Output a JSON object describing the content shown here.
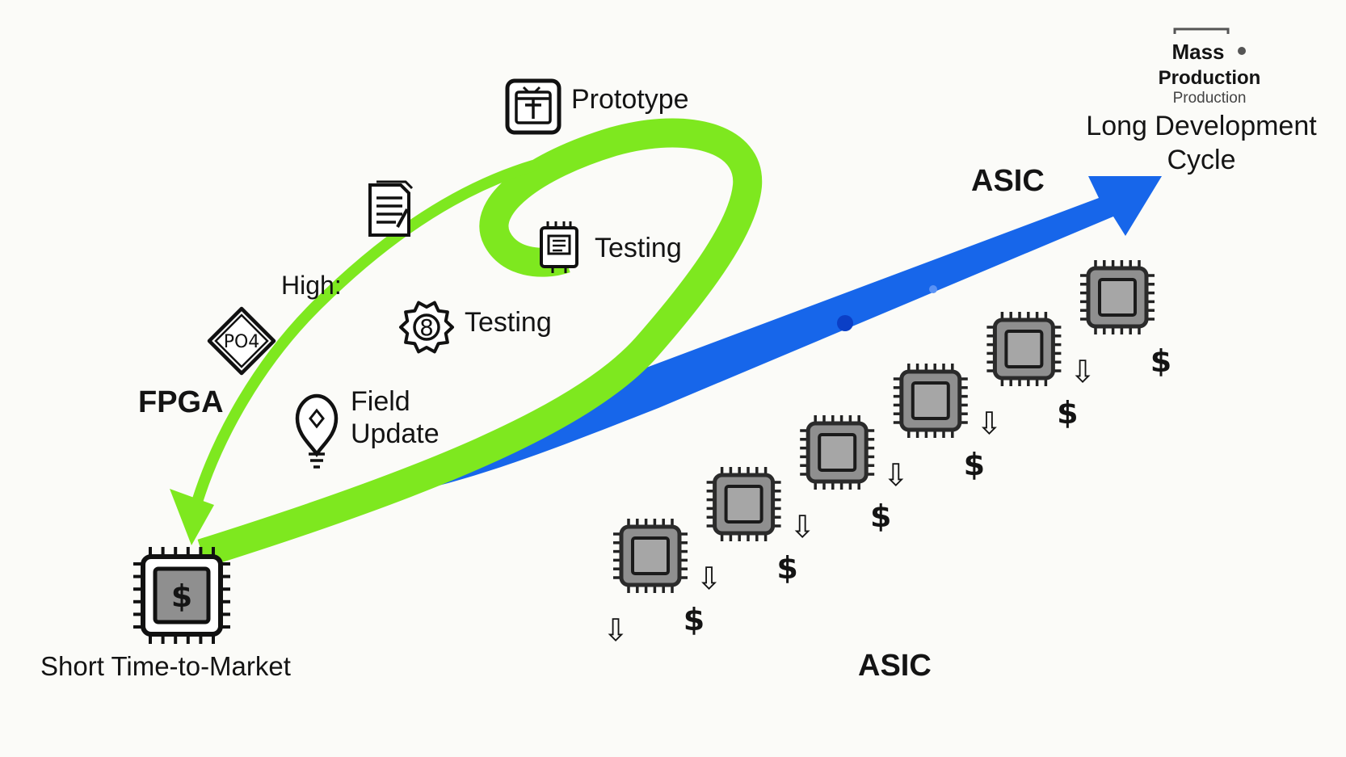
{
  "labels": {
    "prototype": "Prototype",
    "testing_upper": "Testing",
    "testing_lower": "Testing",
    "high": "High:",
    "fpga": "FPGA",
    "field_update_line1": "Field",
    "field_update_line2": "Update",
    "short_time_to_market": "Short Time-to-Market",
    "asic_arrow": "ASIC",
    "asic_bottom": "ASIC",
    "long_development_line1": "Long Development",
    "long_development_line2": "Cycle",
    "mass_production_line1": "Mass",
    "mass_production_line2": "Production",
    "mass_production_line3": "Production",
    "po_badge": "PO4",
    "dollar_symbol": "$",
    "down_arrow_symbol": "⇩"
  },
  "colors": {
    "fpga_loop": "#7ee81f",
    "asic_arrow": "#1766ea",
    "chip_fill": "#8f8f8f",
    "chip_stroke": "#2b2b2b",
    "background": "#fbfbf8"
  },
  "icons": {
    "prototype": "board-icon",
    "document": "document-icon",
    "testing_chip": "chip-icon",
    "testing_gear": "gear-icon",
    "field_update": "location-bulb-icon",
    "po_badge": "diamond-badge-icon",
    "fpga_chip": "dollar-chip-icon"
  },
  "asic_cost_steps": 6
}
